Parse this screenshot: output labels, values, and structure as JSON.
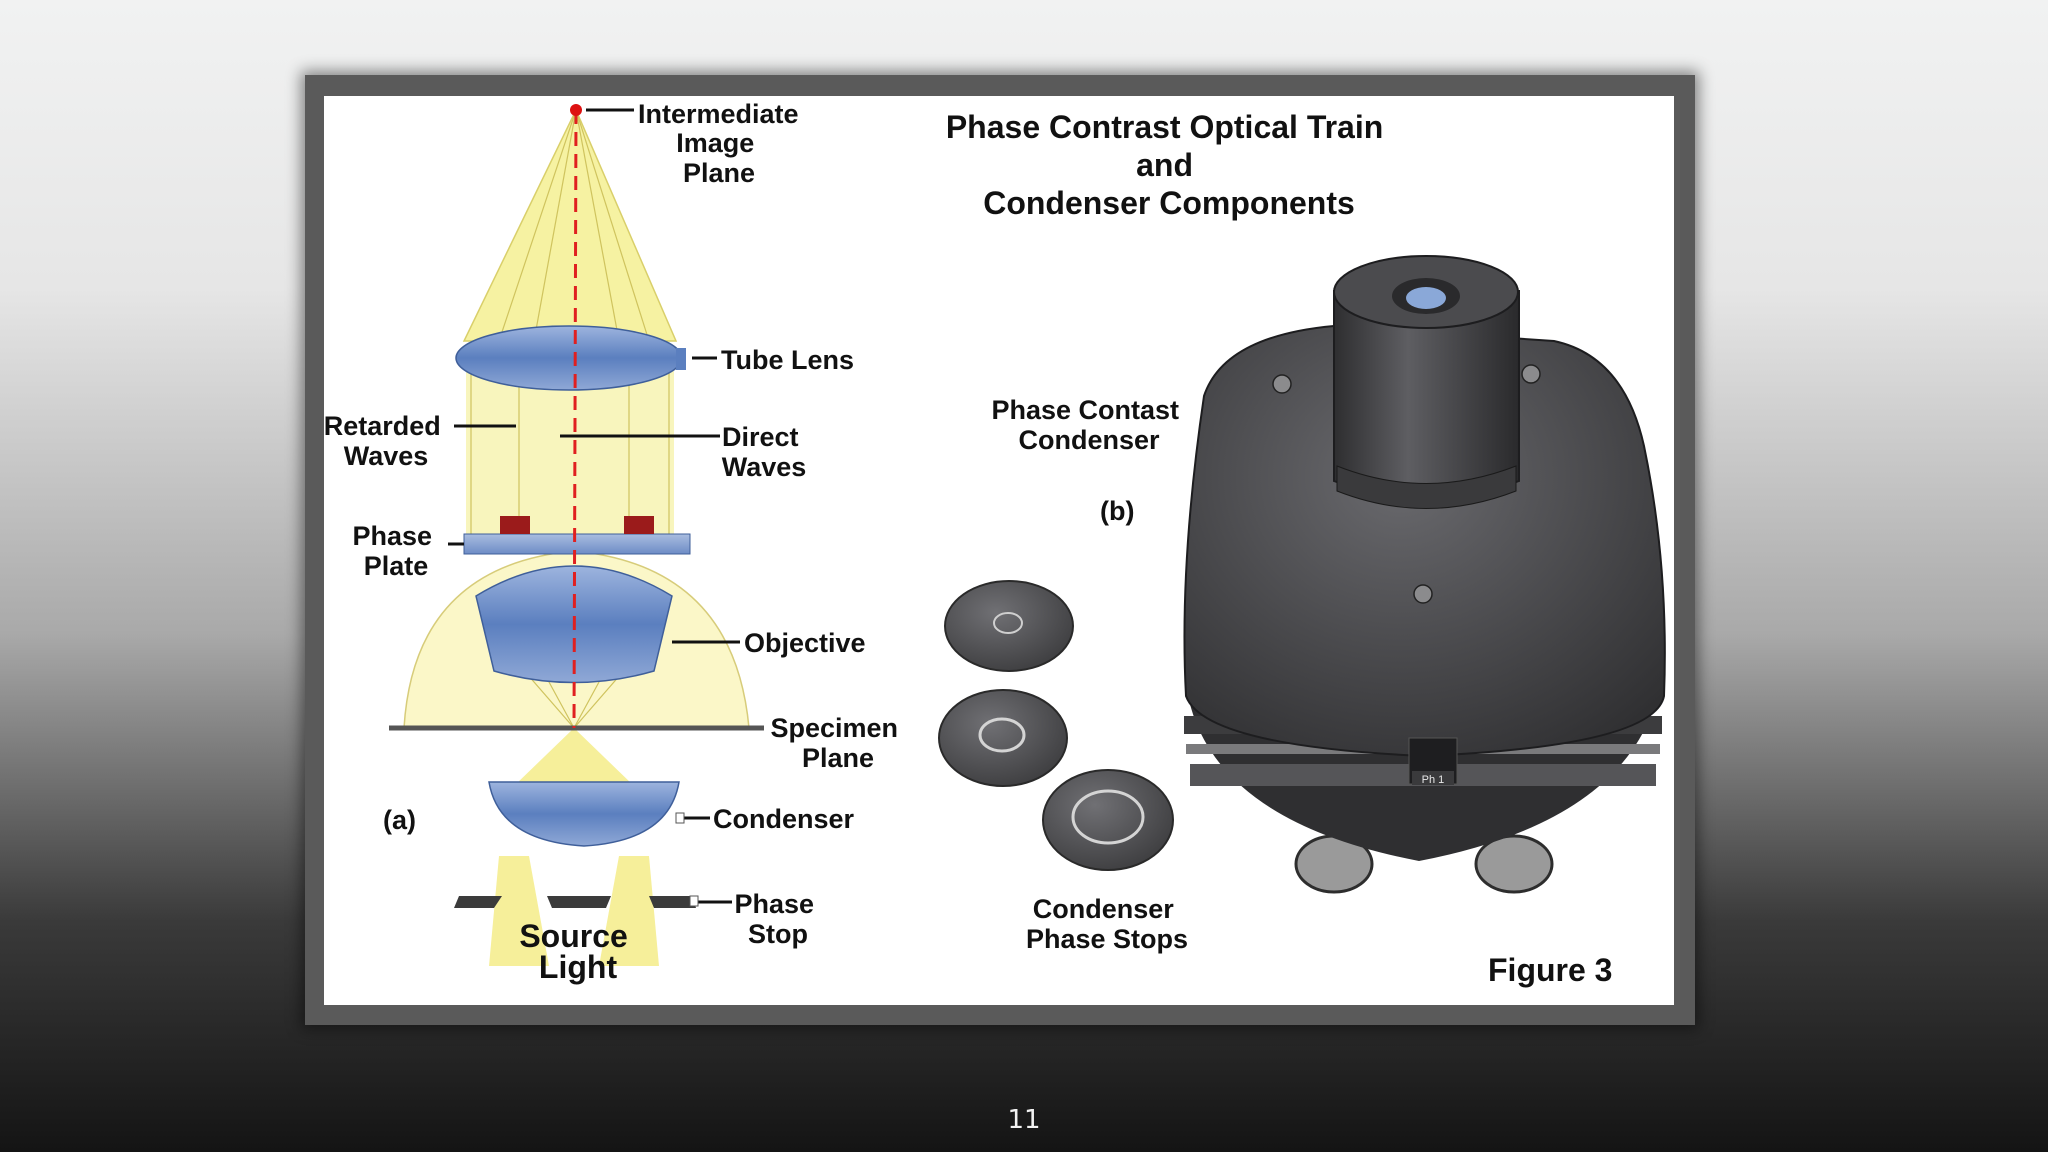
{
  "figure": {
    "title_lines": [
      "Phase Contrast Optical Train",
      "and",
      "Condenser Components"
    ],
    "figure_label": "Figure 3",
    "panel_a": {
      "tag": "(a)",
      "labels": {
        "intermediate_image_plane": [
          "Intermediate",
          "Image",
          "Plane"
        ],
        "tube_lens": "Tube Lens",
        "retarded_waves": [
          "Retarded",
          "Waves"
        ],
        "direct_waves": [
          "Direct",
          "Waves"
        ],
        "phase_plate": [
          "Phase",
          "Plate"
        ],
        "objective": "Objective",
        "specimen_plane": [
          "Specimen",
          "Plane"
        ],
        "condenser": "Condenser",
        "phase_stop": [
          "Phase",
          "Stop"
        ],
        "source_light": [
          "Source",
          "Light"
        ]
      }
    },
    "panel_b": {
      "tag": "(b)",
      "condenser_label": [
        "Phase Contast",
        "Condenser"
      ],
      "phase_stops_label": [
        "Condenser",
        "Phase Stops"
      ],
      "turret_marking": "Ph 1"
    }
  },
  "page_number": "11",
  "colors": {
    "light_beam": "#f6f2a2",
    "lens_blue": "#6a8cc4",
    "phase_ring": "#9b1b1b",
    "direct_ray": "#e02020",
    "condenser_body": "#4a4a4c"
  }
}
